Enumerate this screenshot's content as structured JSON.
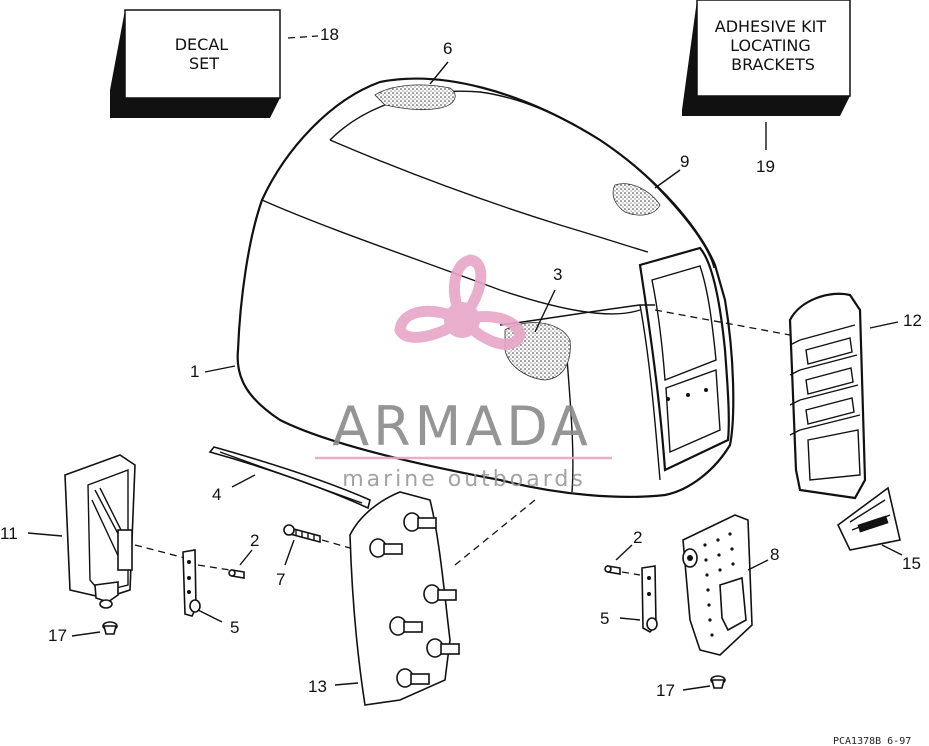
{
  "boxes": {
    "decal_set": "DECAL\nSET",
    "adhesive_kit": "ADHESIVE KIT\nLOCATING\nBRACKETS"
  },
  "callouts": {
    "c1": "1",
    "c2a": "2",
    "c2b": "2",
    "c3": "3",
    "c4": "4",
    "c5a": "5",
    "c5b": "5",
    "c6": "6",
    "c7": "7",
    "c8": "8",
    "c9": "9",
    "c11": "11",
    "c12": "12",
    "c13": "13",
    "c15": "15",
    "c17a": "17",
    "c17b": "17",
    "c18": "18",
    "c19": "19"
  },
  "watermark": {
    "brand": "ARMADA",
    "tagline": "marine outboards",
    "brand_color": "#8a8a8a",
    "logo_color": "#e8a6c8"
  },
  "footer_code": "PCA1378B 6-97"
}
